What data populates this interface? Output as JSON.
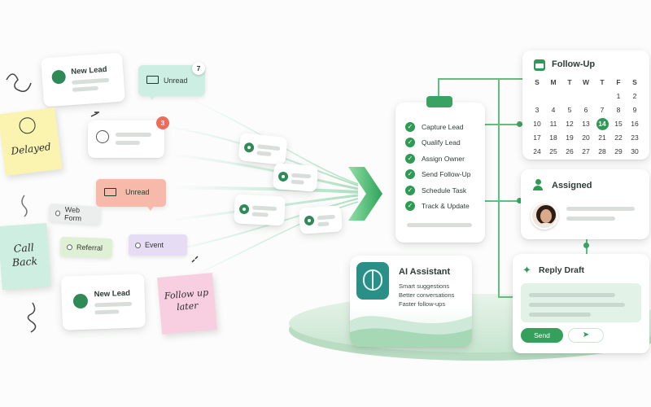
{
  "left": {
    "new_lead_top": "New Lead",
    "unread_bubble": {
      "label": "Unread",
      "count": "7"
    },
    "contact_badge": "3",
    "sticky_delayed": "Delayed",
    "unread_pink": "Unread",
    "web_form": "Web Form",
    "referral": "Referral",
    "event": "Event",
    "sticky_callback": "Call Back",
    "new_lead_bottom": "New Lead",
    "sticky_follow": "Follow up later"
  },
  "checklist": {
    "items": [
      "Capture Lead",
      "Qualify Lead",
      "Assign Owner",
      "Send Follow-Up",
      "Schedule Task",
      "Track & Update"
    ]
  },
  "calendar": {
    "title": "Follow-Up",
    "weekdays": [
      "S",
      "M",
      "T",
      "W",
      "T",
      "F",
      "S"
    ],
    "days": [
      "",
      "",
      "",
      "",
      "",
      "1",
      "2",
      "3",
      "4",
      "5",
      "6",
      "7",
      "8",
      "9",
      "10",
      "11",
      "12",
      "13",
      "14",
      "15",
      "16",
      "17",
      "18",
      "19",
      "20",
      "21",
      "22",
      "23",
      "24",
      "25",
      "26",
      "27",
      "28",
      "29",
      "30"
    ],
    "selected": "14"
  },
  "assigned": {
    "title": "Assigned"
  },
  "reply": {
    "title": "Reply Draft",
    "send_label": "Send"
  },
  "ai": {
    "title": "AI Assistant",
    "lines": [
      "Smart suggestions",
      "Better conversations",
      "Faster follow-ups"
    ]
  },
  "colors": {
    "accent": "#2e9a56",
    "mint": "#d8efe0",
    "sticky_yellow": "#fbf3b0",
    "sticky_mint": "#cdeee0",
    "sticky_pink": "#f8cfe0",
    "pink_bubble": "#f6b9aa",
    "lavender": "#e6dcf3"
  }
}
